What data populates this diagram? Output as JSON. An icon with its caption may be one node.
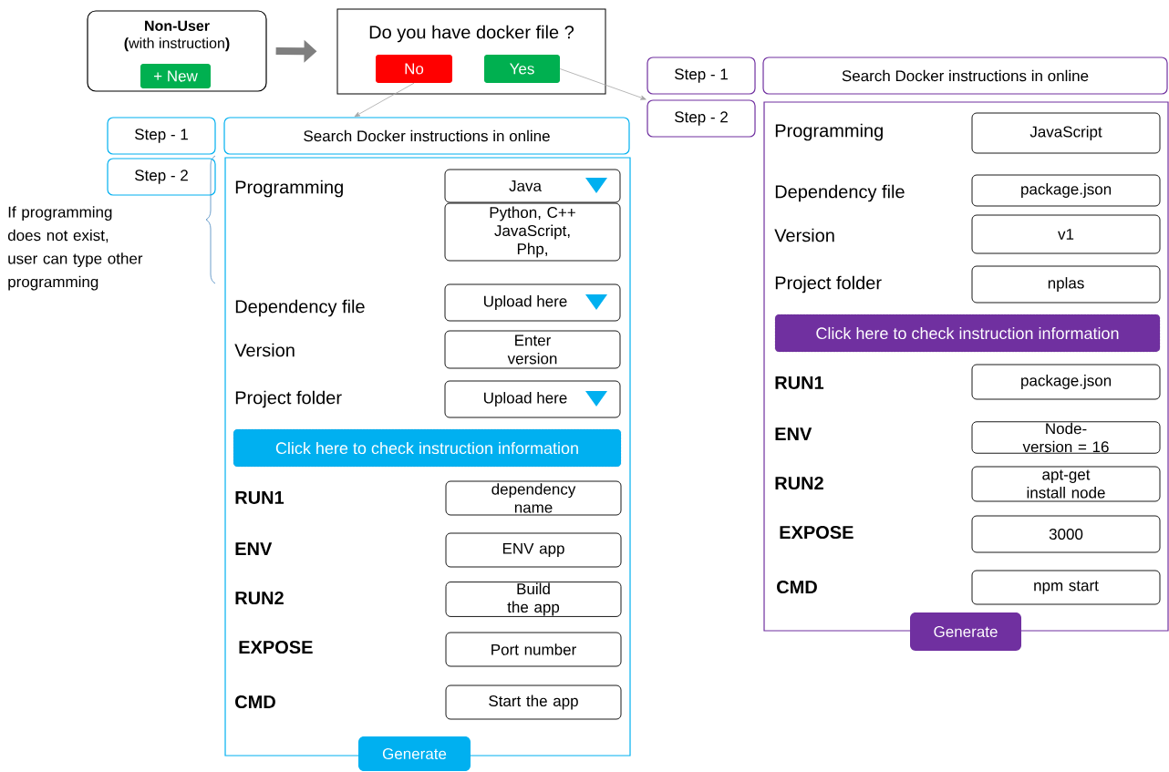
{
  "diagram": {
    "nodes": [
      {
        "text": [
          "Non-User",
          "**(**with instruction**)**"
        ]
      },
      {
        "text": [
          "+ New"
        ],
        "in": 0
      },
      {
        "text": [
          "Do you have docker file ?"
        ]
      },
      {
        "text": [
          "No"
        ],
        "in": 2
      },
      {
        "text": [
          "Yes"
        ],
        "in": 2
      },
      {
        "text": [
          "Step - 1"
        ]
      },
      {
        "text": [
          "Search Docker instructions in online"
        ]
      },
      {
        "text": [
          "Step - 2"
        ]
      },
      {
        "text": [],
        "shape": "box"
      },
      {
        "text": [
          "Java"
        ],
        "in": 8
      },
      {
        "text": [
          "Python, C++ JavaScript, Php,"
        ],
        "in": 8
      },
      {
        "text": [
          "Upload here"
        ],
        "in": 8
      },
      {
        "text": [
          "Enter version"
        ],
        "in": 8
      },
      {
        "text": [
          "Upload here"
        ],
        "in": 8
      },
      {
        "text": [
          "Click here to check instruction information"
        ],
        "in": 8
      },
      {
        "text": [
          "dependency  name"
        ],
        "in": 8
      },
      {
        "text": [
          "ENV app"
        ],
        "in": 8
      },
      {
        "text": [
          "Build the app"
        ],
        "in": 8
      },
      {
        "text": [
          "Port number"
        ],
        "in": 8
      },
      {
        "text": [
          "Start the app"
        ],
        "in": 8
      },
      {
        "text": [
          "Generate"
        ]
      },
      {
        "text": [
          "Step - 1"
        ]
      },
      {
        "text": [
          "Search Docker instructions in online"
        ]
      },
      {
        "text": [
          "Step - 2"
        ]
      },
      {
        "text": [],
        "shape": "box"
      },
      {
        "text": [
          "JavaScript"
        ],
        "in": 24
      },
      {
        "text": [
          "package.json"
        ],
        "in": 24
      },
      {
        "text": [
          "v1"
        ],
        "in": 24
      },
      {
        "text": [
          "nplas"
        ],
        "in": 24
      },
      {
        "text": [
          "Click here to check instruction information"
        ],
        "in": 24
      },
      {
        "text": [
          "package.json"
        ],
        "in": 24
      },
      {
        "text": [
          "Node-version = 16"
        ],
        "in": 24
      },
      {
        "text": [
          "apt-get install node"
        ],
        "in": 24
      },
      {
        "text": [
          "3000"
        ],
        "in": 24
      },
      {
        "text": [
          "npm start"
        ],
        "in": 24
      },
      {
        "text": [
          "Generate"
        ]
      }
    ],
    "edges": [
      {
        "from": 0,
        "to": 2,
        "arrow": "to",
        "style": "thick"
      },
      {
        "from": 3,
        "to": 6,
        "arrow": "to"
      },
      {
        "from": 4,
        "to": 23,
        "arrow": "to"
      }
    ],
    "labels": [
      "If programming does not exist, user can type other programming",
      "Programming",
      "Dependency  file",
      "Version",
      "Project folder",
      "RUN1",
      "ENV",
      "RUN2",
      "EXPOSE",
      "CMD",
      "Programming",
      "Dependency  file",
      "Version",
      "Project folder",
      "RUN1",
      "ENV",
      "RUN2",
      "EXPOSE",
      "CMD"
    ]
  }
}
